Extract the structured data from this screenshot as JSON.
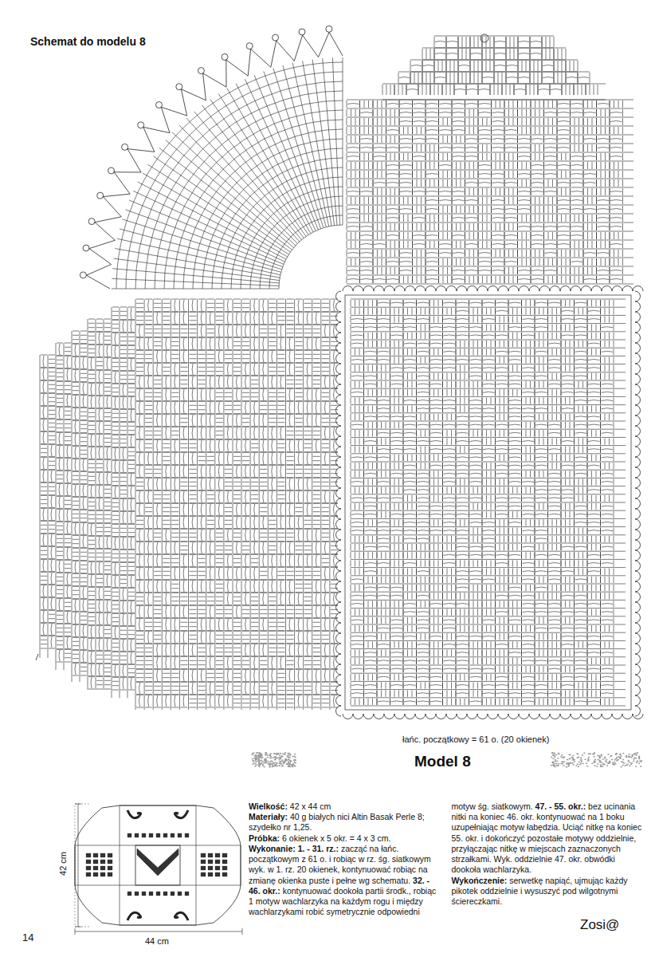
{
  "diagram": {
    "title": "Schemat do modelu 8",
    "labels": [
      "łańc. początkowy = 61 o. (20 okienek)",
      "Model 8",
      "Wielkość:",
      "42 x 44 cm",
      "Materiały:",
      "40 g białych nici Altin Basak Perle 8; szydełko nr 1,25.",
      "Próbka:",
      "6 okienek x 5 okr. = 4 x 3 cm.",
      "Wykonanie:",
      "1. - 31. rz.:",
      "zacząć na łańc. początkowym z 61 o. i robiąc w rz. śg. siatkowym wyk. w 1. rz. 20 okienek, kontynuować robiąc na zmianę okienka puste i pełne wg schematu.",
      "32. - 46. okr.:",
      "kontynuować dookoła partii środk., robiąc 1 motyw wachlarzyka na każdym rogu i między wachlarzykami robić symetrycznie odpowiedni motyw śg. siatkowym.",
      "47. - 55. okr.:",
      "bez ucinania nitki na koniec 46. okr. kontynuować na 1 boku uzupełniając motyw łabędzia. Uciąć nitkę na koniec 55. okr. i dokończyć pozostałe motywy oddzielnie, przyłączając nitkę w miejscach zaznaczonych strzałkami. Wyk. oddzielnie 47. okr. obwódki dookoła wachlarzyka.",
      "Wykończenie:",
      "serwetkę napiąć, ujmując każdy pikotek oddzielnie i wysuszyć pod wilgotnymi ściereczkami.",
      "42 cm",
      "44 cm",
      "14",
      "Zosi@"
    ]
  }
}
